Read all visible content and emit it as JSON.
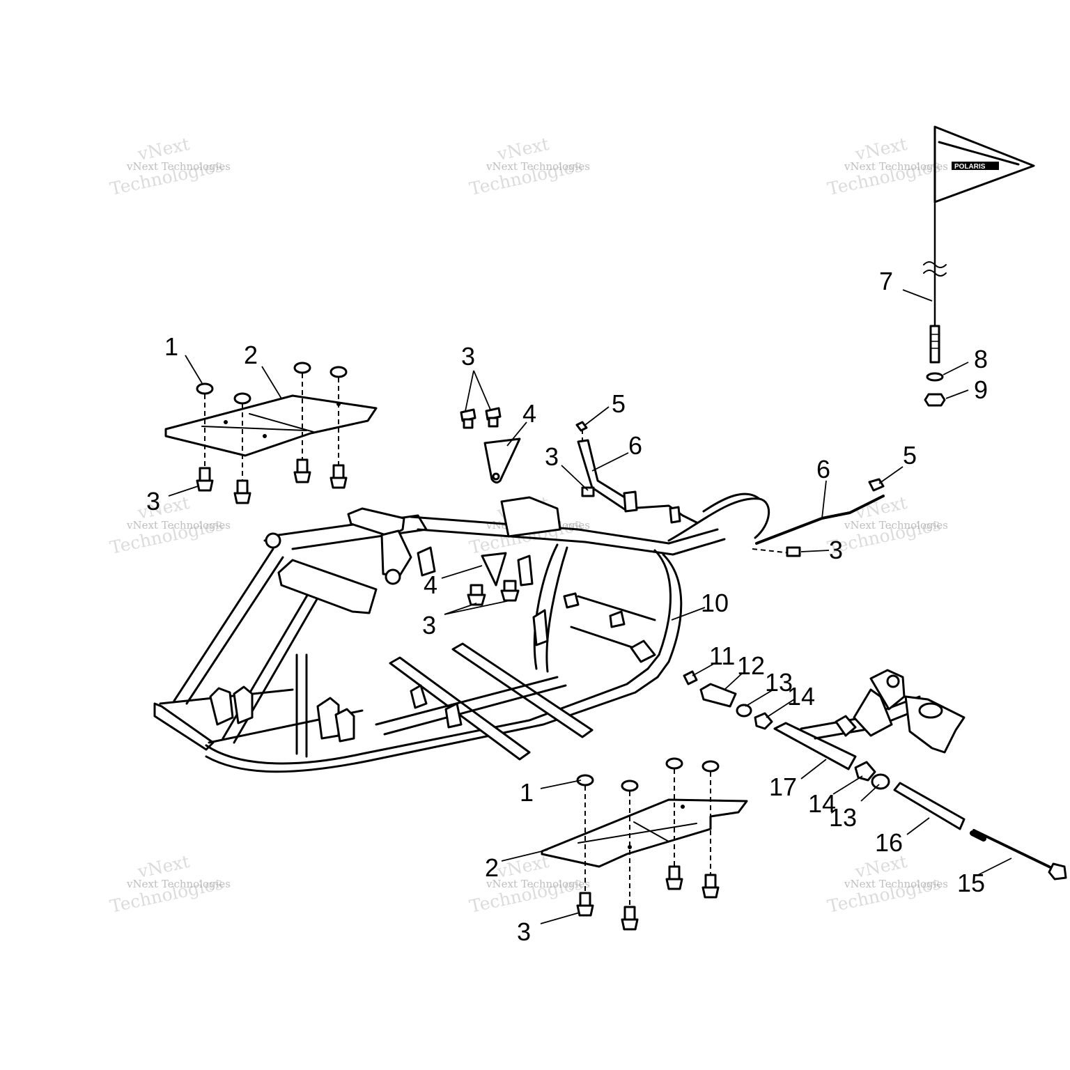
{
  "watermark": {
    "line1": "vNext",
    "line2": "vNext Technologies",
    "line3": "Technologies"
  },
  "flag": {
    "logo": "POLARIS"
  },
  "callouts": [
    {
      "id": "c1a",
      "label": "1"
    },
    {
      "id": "c2a",
      "label": "2"
    },
    {
      "id": "c3a",
      "label": "3"
    },
    {
      "id": "c3b",
      "label": "3"
    },
    {
      "id": "c4a",
      "label": "4"
    },
    {
      "id": "c5a",
      "label": "5"
    },
    {
      "id": "c6a",
      "label": "6"
    },
    {
      "id": "c3c",
      "label": "3"
    },
    {
      "id": "c7",
      "label": "7"
    },
    {
      "id": "c8",
      "label": "8"
    },
    {
      "id": "c9",
      "label": "9"
    },
    {
      "id": "c6b",
      "label": "6"
    },
    {
      "id": "c5b",
      "label": "5"
    },
    {
      "id": "c3d",
      "label": "3"
    },
    {
      "id": "c4b",
      "label": "4"
    },
    {
      "id": "c3e",
      "label": "3"
    },
    {
      "id": "c10",
      "label": "10"
    },
    {
      "id": "c11",
      "label": "11"
    },
    {
      "id": "c12",
      "label": "12"
    },
    {
      "id": "c13a",
      "label": "13"
    },
    {
      "id": "c14a",
      "label": "14"
    },
    {
      "id": "c17",
      "label": "17"
    },
    {
      "id": "c14b",
      "label": "14"
    },
    {
      "id": "c13b",
      "label": "13"
    },
    {
      "id": "c16",
      "label": "16"
    },
    {
      "id": "c15",
      "label": "15"
    },
    {
      "id": "c1b",
      "label": "1"
    },
    {
      "id": "c2b",
      "label": "2"
    },
    {
      "id": "c3f",
      "label": "3"
    }
  ]
}
